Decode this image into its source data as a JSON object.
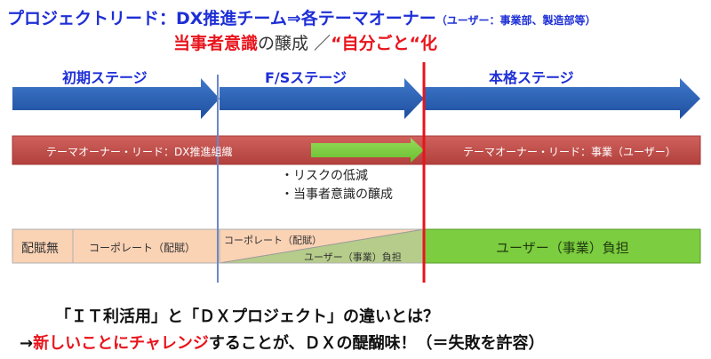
{
  "header": {
    "title_main": "プロジェクトリード：DX推進チーム⇒各テーマオーナー",
    "title_note": "（ユーザー：事業部、製造部等）",
    "subtitle_red1": "当事者意識",
    "subtitle_dark": "の醸成 ／",
    "subtitle_red2": "“自分ごと“化"
  },
  "stages": {
    "initial": "初期ステージ",
    "fs": "F/Sステージ",
    "full": "本格ステージ"
  },
  "owner_bar": {
    "left_label": "テーマオーナー・リード：DX推進組織",
    "right_label": "テーマオーナー・リード：事業（ユーザー）"
  },
  "bullets": {
    "item1": "・リスクの低減",
    "item2": "・当事者意識の醸成"
  },
  "cost_bar": {
    "none": "配賦無",
    "corporate": "コーポレート（配賦）",
    "corporate_fs": "コーポレート（配賦）",
    "user_fs": "ユーザー（事業）負担",
    "user_full": "ユーザー（事業）負担"
  },
  "footer": {
    "line1": "「ＩＴ利活用」と「ＤＸプロジェクト」の違いとは？",
    "line2_prefix": "→",
    "line2_red": "新しいことにチャレンジ",
    "line2_rest": "することが、ＤＸの醍醐味！（＝失敗を許容）"
  },
  "colors": {
    "title_blue": "#1e2fd6",
    "accent_red": "#e8141c",
    "arrow_blue": "#2a63b8",
    "owner_bar": "#c0504d",
    "green": "#7ccd3f",
    "peach": "#fad2b4"
  }
}
